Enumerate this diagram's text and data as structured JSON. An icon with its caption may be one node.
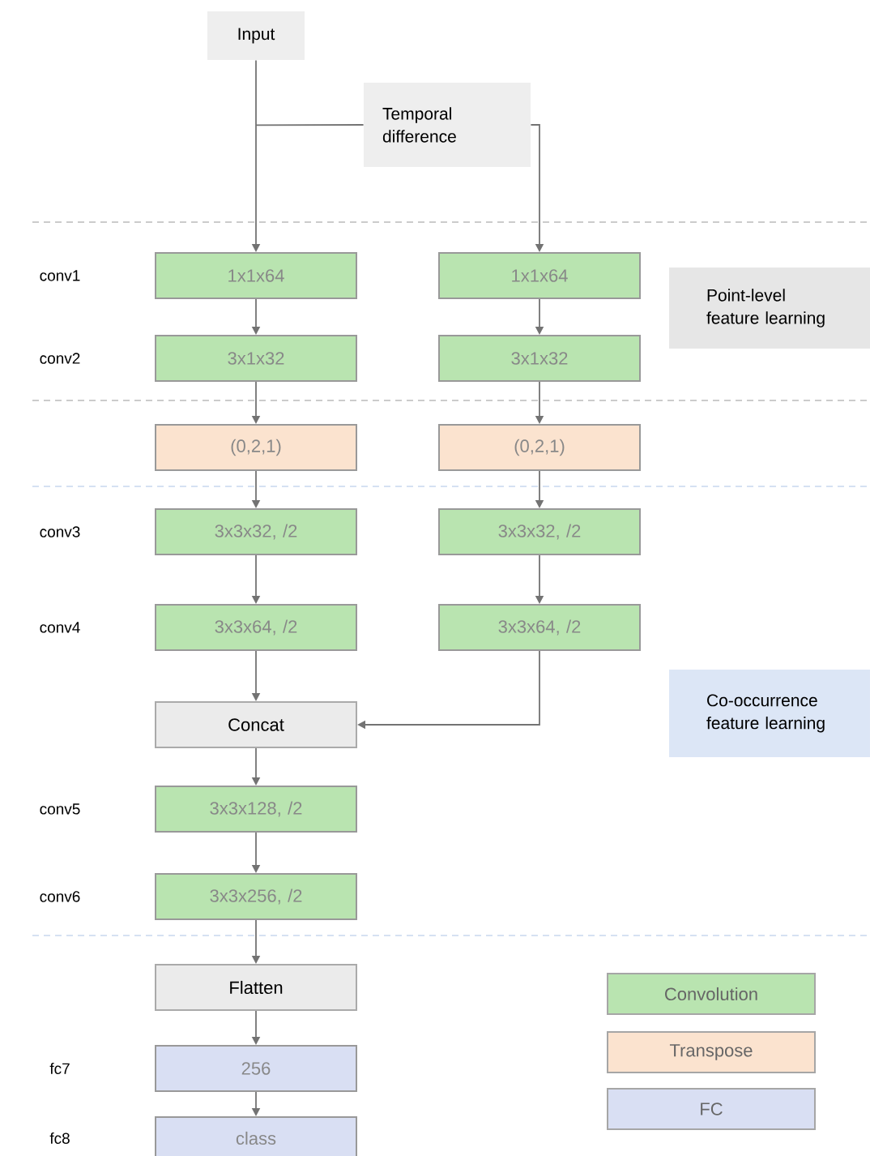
{
  "diagram": {
    "nodes": [
      {
        "text": [
          "Input"
        ]
      },
      {
        "text": [
          "Temporal difference"
        ]
      },
      {
        "text": [
          "1x1x64"
        ]
      },
      {
        "text": [
          "1x1x64"
        ]
      },
      {
        "text": [
          "3x1x32"
        ]
      },
      {
        "text": [
          "3x1x32"
        ]
      },
      {
        "text": [
          "(0,2,1)"
        ]
      },
      {
        "text": [
          "(0,2,1)"
        ]
      },
      {
        "text": [
          "3x3x32, /2"
        ]
      },
      {
        "text": [
          "3x3x32, /2"
        ]
      },
      {
        "text": [
          "3x3x64, /2"
        ]
      },
      {
        "text": [
          "3x3x64, /2"
        ]
      },
      {
        "text": [
          "Concat"
        ]
      },
      {
        "text": [
          "3x3x128, /2"
        ]
      },
      {
        "text": [
          "3x3x256, /2"
        ]
      },
      {
        "text": [
          "Flatten"
        ]
      },
      {
        "text": [
          "256"
        ]
      },
      {
        "text": [
          "class"
        ]
      },
      {
        "text": [
          "Point-level feature learning"
        ]
      },
      {
        "text": [
          "Co-occurrence feature learning"
        ]
      }
    ],
    "edges": [
      {
        "from": 0,
        "to": 2,
        "arrow": "to"
      },
      {
        "from": 0,
        "to": 1,
        "arrow": "none"
      },
      {
        "from": 1,
        "to": 3,
        "arrow": "to"
      },
      {
        "from": 2,
        "to": 4,
        "arrow": "to"
      },
      {
        "from": 3,
        "to": 5,
        "arrow": "to"
      },
      {
        "from": 4,
        "to": 6,
        "arrow": "to"
      },
      {
        "from": 5,
        "to": 7,
        "arrow": "to"
      },
      {
        "from": 6,
        "to": 8,
        "arrow": "to"
      },
      {
        "from": 7,
        "to": 9,
        "arrow": "to"
      },
      {
        "from": 8,
        "to": 10,
        "arrow": "to"
      },
      {
        "from": 9,
        "to": 11,
        "arrow": "to"
      },
      {
        "from": 10,
        "to": 12,
        "arrow": "to"
      },
      {
        "from": 11,
        "to": 12,
        "arrow": "to"
      },
      {
        "from": 12,
        "to": 13,
        "arrow": "to"
      },
      {
        "from": 13,
        "to": 14,
        "arrow": "to"
      },
      {
        "from": 14,
        "to": 15,
        "arrow": "to"
      },
      {
        "from": 15,
        "to": 16,
        "arrow": "to"
      },
      {
        "from": 16,
        "to": 17,
        "arrow": "to"
      }
    ],
    "labels": [
      "conv1",
      "conv2",
      "conv3",
      "conv4",
      "conv5",
      "conv6",
      "fc7",
      "fc8"
    ],
    "legend": [
      {
        "text": "Convolution",
        "color": "#b9e4b0"
      },
      {
        "text": "Transpose",
        "color": "#fbe3cf"
      },
      {
        "text": "FC",
        "color": "#d9dff3"
      }
    ]
  }
}
